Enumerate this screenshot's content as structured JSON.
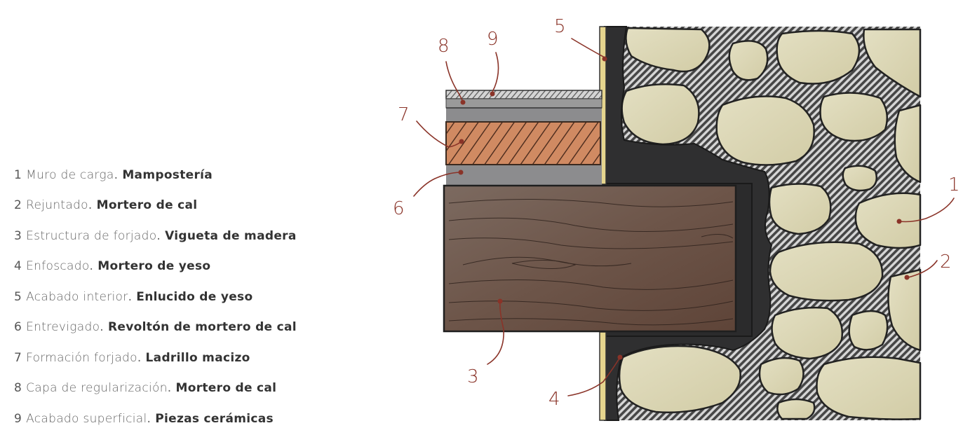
{
  "legend": [
    {
      "num": "1",
      "part": "Muro de carga",
      "material": "Mampostería"
    },
    {
      "num": "2",
      "part": "Rejuntado",
      "material": "Mortero de cal"
    },
    {
      "num": "3",
      "part": "Estructura de forjado",
      "material": "Vigueta de madera"
    },
    {
      "num": "4",
      "part": "Enfoscado",
      "material": "Mortero de yeso"
    },
    {
      "num": "5",
      "part": "Acabado interior",
      "material": "Enlucido de yeso"
    },
    {
      "num": "6",
      "part": "Entrevigado",
      "material": "Revoltón de mortero de cal"
    },
    {
      "num": "7",
      "part": "Formación forjado",
      "material": "Ladrillo macizo"
    },
    {
      "num": "8",
      "part": "Capa de regularización",
      "material": "Mortero de cal"
    },
    {
      "num": "9",
      "part": "Acabado superficial",
      "material": "Piezas cerámicas"
    }
  ],
  "callouts": [
    "1",
    "2",
    "3",
    "4",
    "5",
    "6",
    "7",
    "8",
    "9"
  ],
  "colors": {
    "stone": "#ddd8b6",
    "mortar_lime": "#4a4a4a",
    "render_gypsum": "#2f2f30",
    "plaster": "#e6d58e",
    "joist_wood": "#735f55",
    "brick": "#d08a62",
    "screed": "#8e8e8e",
    "ceramic": "#c9c9c9",
    "callout_ink": "#8a3328"
  }
}
